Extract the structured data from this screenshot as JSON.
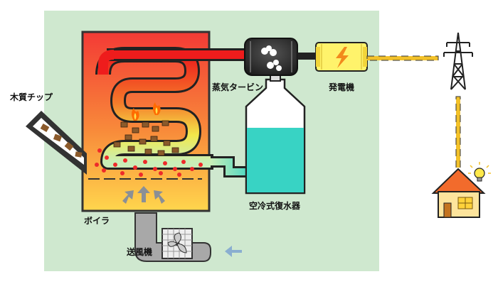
{
  "labels": {
    "wood_chips": "木質チップ",
    "steam_turbine": "蒸気タービン",
    "generator": "発電機",
    "condenser": "空冷式復水器",
    "boiler": "ボイラ",
    "blower": "送風機"
  },
  "colors": {
    "background_panel": "#cfe8cf",
    "boiler_hot": "#f4473a",
    "boiler_warm": "#ffd24a",
    "steam_pipe_hot": "#ee1c1c",
    "steam_pipe_cool": "#dff2c8",
    "water": "#38d3c4",
    "generator_body": "#fff36b",
    "power_line": "#f2c12a",
    "house_roof": "#f26b2c",
    "house_wall": "#fde49c",
    "blower_duct": "#a8a8a8"
  },
  "icons": [
    "fire-icon",
    "lightning-icon",
    "bulb-icon",
    "pylon-icon",
    "house-icon",
    "fan-icon",
    "arrow-left-icon",
    "arrow-up-icon"
  ]
}
